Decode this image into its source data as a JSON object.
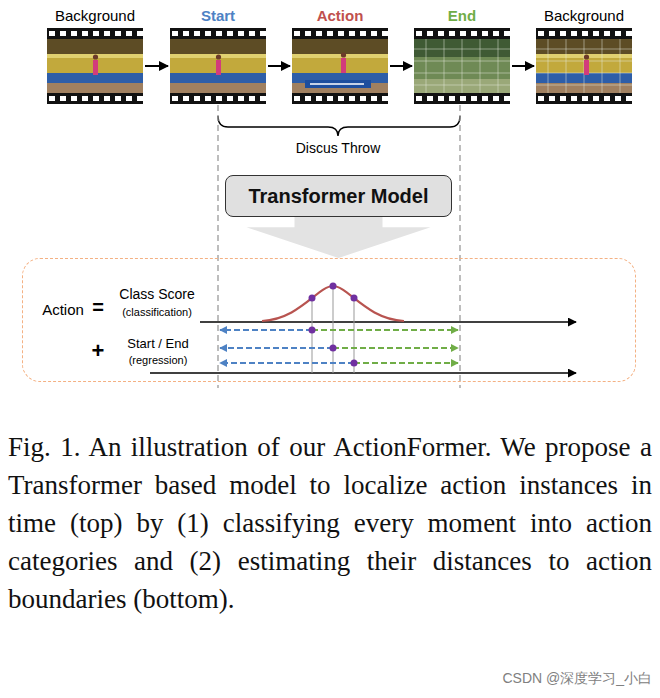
{
  "diagram": {
    "caption": "Fig. 1. An illustration of our ActionFormer. We propose a Transformer based model to localize action instances in time (top) by (1) classifying every moment into action categories and (2) estimating their distances to action boundaries (bottom).",
    "nodes": [
      {
        "text": [
          "Background"
        ]
      },
      {
        "text": [
          "Start"
        ]
      },
      {
        "text": [
          "Action"
        ]
      },
      {
        "text": [
          "End"
        ]
      },
      {
        "text": [
          "Background"
        ]
      },
      {
        "text": [
          "Transformer Model"
        ]
      },
      {
        "text": [
          "Action",
          "=",
          "Class Score",
          "(classification)",
          "+",
          "Start / End",
          "(regression)"
        ]
      }
    ],
    "edges": [
      {
        "from": 0,
        "to": 1,
        "arrow": "to"
      },
      {
        "from": 1,
        "to": 2,
        "arrow": "to"
      },
      {
        "from": 2,
        "to": 3,
        "arrow": "to"
      },
      {
        "from": 3,
        "to": 4,
        "arrow": "to"
      },
      {
        "from": 5,
        "to": 6,
        "arrow": "to"
      }
    ],
    "labels": [
      "Discus Throw",
      "CSDN @深度学习_小白"
    ]
  }
}
